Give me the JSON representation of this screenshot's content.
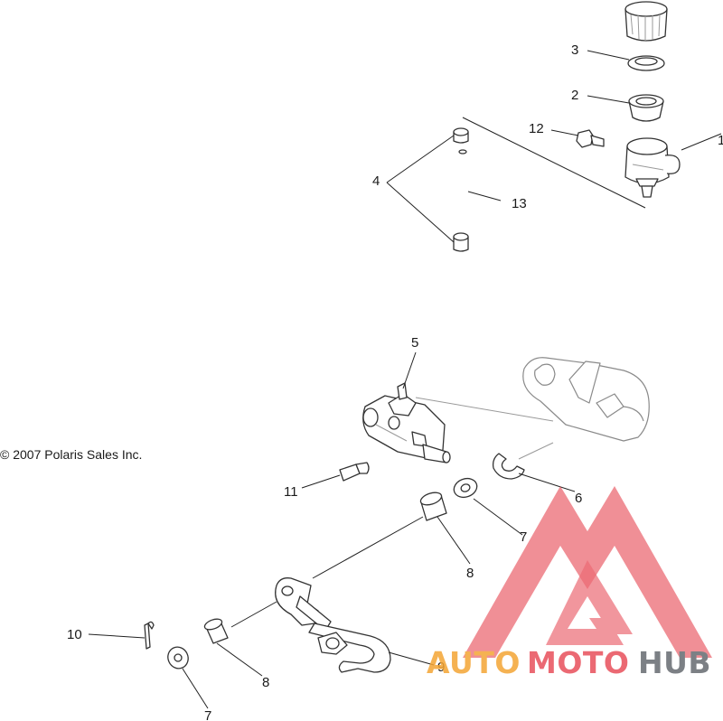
{
  "diagram": {
    "copyright": "© 2007 Polaris Sales Inc.",
    "callouts": {
      "c1": "1",
      "c2": "2",
      "c3": "3",
      "c4": "4",
      "c5": "5",
      "c6": "6",
      "c7a": "7",
      "c7b": "7",
      "c8a": "8",
      "c8b": "8",
      "c9": "9",
      "c10": "10",
      "c11": "11",
      "c12": "12",
      "c13": "13"
    }
  },
  "watermark": {
    "word_auto": "AUTO",
    "word_moto": "MOTO",
    "word_hub": "HUB",
    "colors": {
      "auto": "#f4a535",
      "moto": "#e8505b",
      "hub": "#666b70",
      "triangle": "#e8505b"
    }
  }
}
